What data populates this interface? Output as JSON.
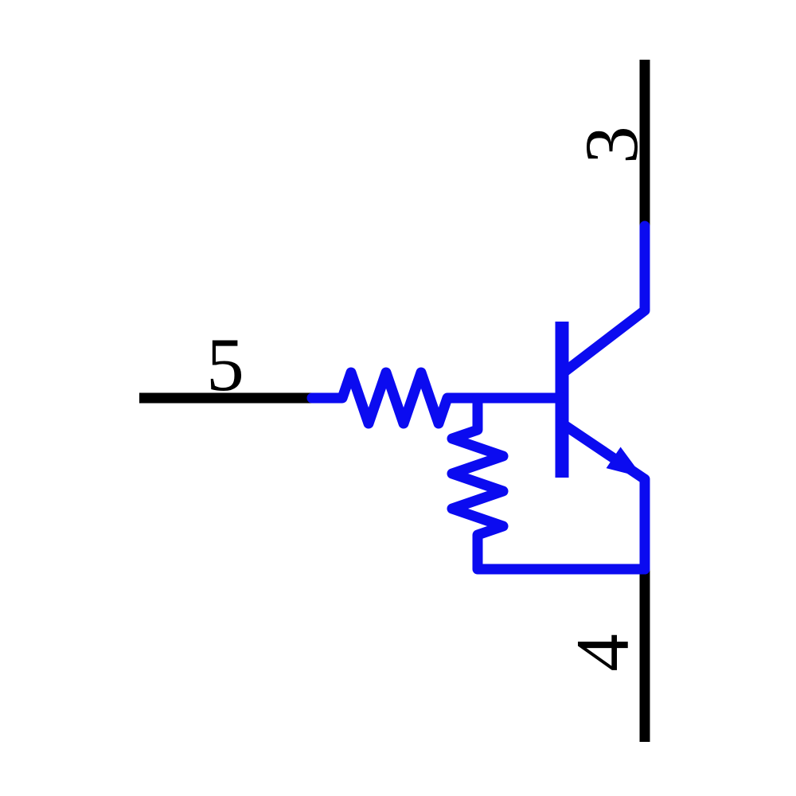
{
  "diagram": {
    "kind": "schematic-symbol",
    "subject": "NPN transistor with series base resistor and base-emitter shunt resistor (pre-biased digital transistor)"
  },
  "colors": {
    "pin_lead": "#000000",
    "symbol": "#0b0bf0",
    "label": "#000000",
    "background": "#ffffff"
  },
  "pins": {
    "collector": {
      "number": "3"
    },
    "base_input": {
      "number": "5"
    },
    "emitter": {
      "number": "4"
    }
  }
}
